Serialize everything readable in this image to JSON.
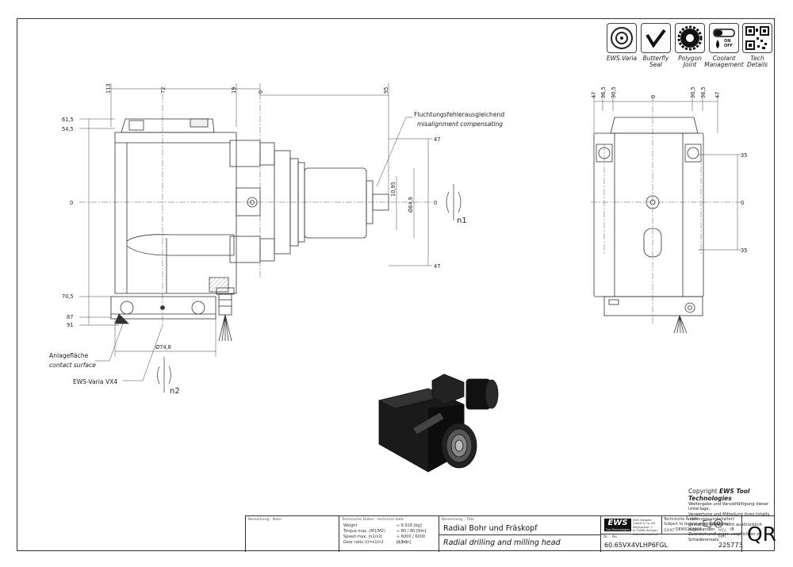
{
  "icons": [
    {
      "name": "ews-varia-icon",
      "label": "EWS.Varia"
    },
    {
      "name": "butterfly-seal-icon",
      "label": "Butterfly\nSeal"
    },
    {
      "name": "polygon-joint-icon",
      "label": "Polygon\nJoint"
    },
    {
      "name": "coolant-management-icon",
      "label": "Coolant\nManagement",
      "switch_text": "ON OFF"
    },
    {
      "name": "tech-details-qr-icon",
      "label": "Tech\nDetails"
    }
  ],
  "dims_left": {
    "top": [
      "113",
      "72",
      "19",
      "0",
      "95"
    ],
    "left": [
      "61,5",
      "54,5",
      "0",
      "70,5",
      "87",
      "91"
    ],
    "right": [
      "47",
      "0",
      "47"
    ],
    "vertical": [
      "10,95",
      "Ø64,9"
    ],
    "diameter_bottom": "Ø74,8"
  },
  "dims_right": {
    "top": [
      "47",
      "36,5",
      "30,5",
      "0",
      "30,5",
      "36,5",
      "47"
    ],
    "right": [
      "35",
      "0",
      "35"
    ]
  },
  "notes": {
    "alignment_de": "Fluchtungsfehlerausgleichend",
    "alignment_en": "misalignment compensating",
    "contact_de": "Anlagefläche",
    "contact_en": "contact surface",
    "varia": "EWS-Varia VX4",
    "n1": "n1",
    "n2": "n2"
  },
  "copyright": {
    "head_prefix": "Copyright ",
    "head_brand": "EWS Tool Technologies",
    "lines": [
      "Weitergabe und Vervielfältigung dieser Unterlage,",
      "Verwertung und Mitteilung ihres Inhalts nicht",
      "gestattet, soweit nicht ausdrücklich zugestanden.",
      "Zuwiderhandlungen verpflichten zu Schadenersatz."
    ]
  },
  "title_block": {
    "remark_label": "Bemerkung - Note",
    "tech_label": "Technische Daten - technical data",
    "tech_rows": [
      {
        "k": "Weight",
        "u": "",
        "v": "≈ 8.918 [kg]"
      },
      {
        "k": "Torque max. (M1/M2)",
        "u": "",
        "v": "≈ 80 / 80 [Nm]"
      },
      {
        "k": "Speed max. (n1/n2)",
        "u": "",
        "v": "≈ 6000 / 6000 [1/min]"
      },
      {
        "k": "Gear ratio (i)=n1/n2",
        "u": "",
        "v": "≈ 1:1"
      }
    ],
    "name_label": "Benennung - Title",
    "title_de": "Radial Bohr und Fräskopf",
    "title_en": "Radial drilling and milling head",
    "logo": "EWS",
    "logo_sub": "Tool Technologies",
    "company": "EWS Weigele GmbH & Co. KG",
    "company_lines": [
      "Maybachstr. 1",
      "D-73066 Uhingen",
      "www.ews-tools.de"
    ],
    "change_de": "Technische Änderungen vorbehalten!",
    "change_en": "Subject to technical modifications!",
    "ident_label": "IDENT",
    "ident": "DEWS163922",
    "rev_label": "REV.",
    "rev": "-/B",
    "nr_label": "Nr. - No.",
    "part_no": "60.65VX4VLHP6FGL",
    "mat_label": "MAT.",
    "mat": "225773",
    "qr": "QR"
  }
}
